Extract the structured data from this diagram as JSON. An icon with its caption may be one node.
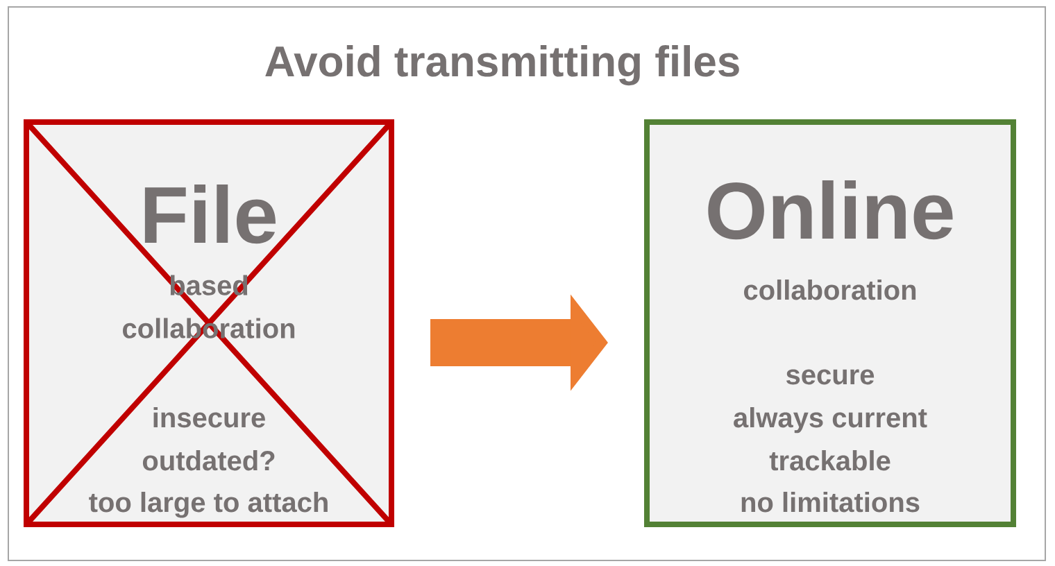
{
  "diagram": {
    "title": "Avoid transmitting files",
    "nodes": [
      {
        "text": [
          "File",
          "based collaboration",
          "insecure",
          "outdated?",
          "too large to attach"
        ]
      },
      {
        "text": [
          "Online",
          "collaboration",
          "secure",
          "always current",
          "trackable",
          "no limitations"
        ]
      }
    ],
    "edges": [
      {
        "from": 0,
        "to": 1,
        "arrow": "to"
      }
    ]
  }
}
